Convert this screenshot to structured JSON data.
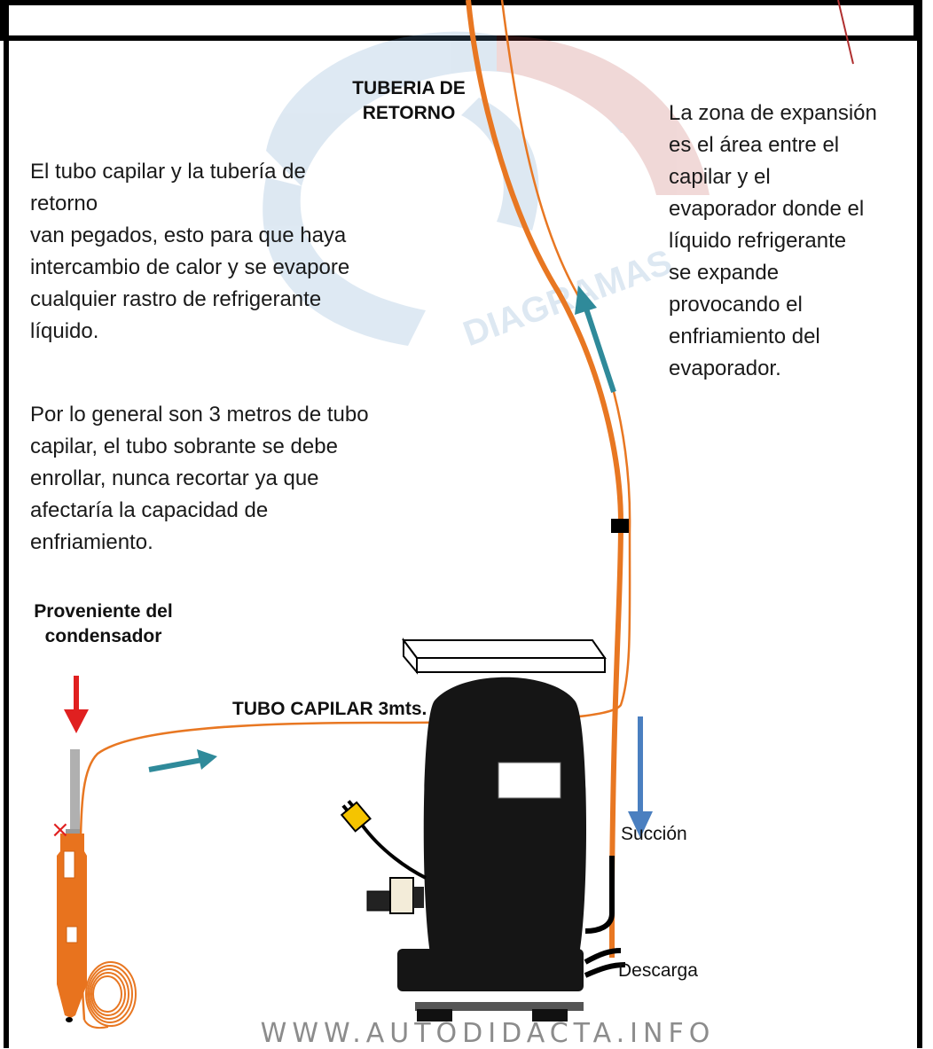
{
  "labels": {
    "return_pipe": "TUBERIA DE\nRETORNO",
    "from_condenser": "Proveniente del\ncondensador",
    "capillary_tube": "TUBO CAPILAR 3mts.",
    "suction": "Succión",
    "discharge": "Descarga"
  },
  "paragraphs": {
    "left_intro": "El tubo capilar y la tubería de\nretorno\nvan pegados, esto para que haya\nintercambio de calor y se evapore\ncualquier rastro de refrigerante\nlíquido.",
    "left_note": "Por lo general son 3 metros de tubo\ncapilar, el tubo sobrante se debe\nenrollar, nunca recortar ya que\nafectaría la capacidad de\nenfriamiento.",
    "right_expansion": "La zona de expansión\nes el área entre el\ncapilar y el\nevaporador donde el\nlíquido refrigerante\nse expande\nprovocando el\nenfriamiento del\nevaporador."
  },
  "watermark": {
    "url": "WWW.AUTODIDACTA.INFO",
    "logo_text": "DIAGRAMAS"
  },
  "colors": {
    "pipe": "#e87722",
    "flow_arrow_teal": "#2f8a9a",
    "suction_arrow_blue": "#4a7fc0",
    "condenser_arrow_red": "#e02020",
    "compressor": "#151515",
    "frame": "#000000"
  },
  "icons": {
    "blocked_marker": "×"
  }
}
